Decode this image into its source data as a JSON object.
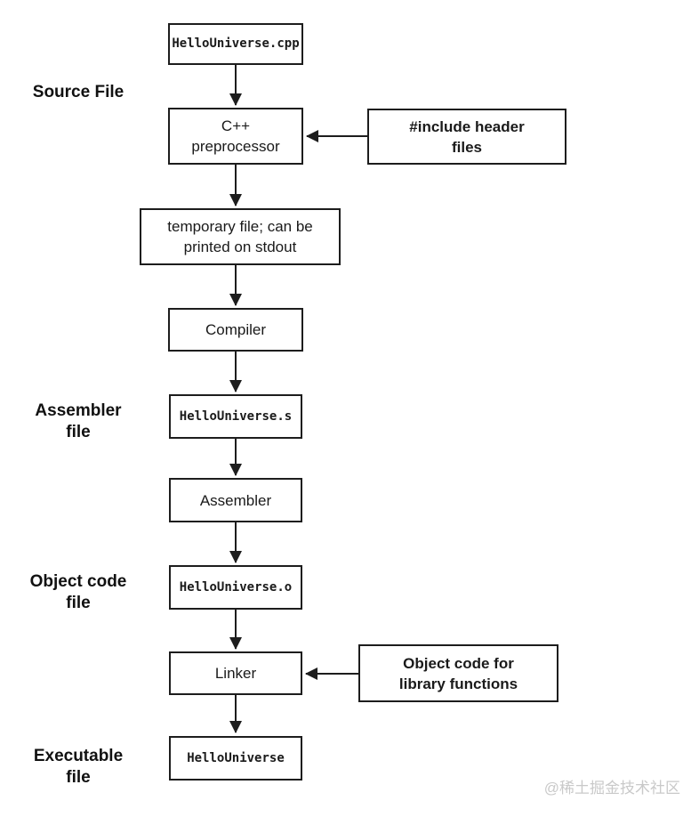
{
  "nodes": {
    "source_file_box": {
      "label": "HelloUniverse.cpp"
    },
    "preprocessor_box": {
      "label": "C++\npreprocessor"
    },
    "include_header_box": {
      "label": "#include header\nfiles"
    },
    "temp_file_box": {
      "label": "temporary file; can be\nprinted on stdout"
    },
    "compiler_box": {
      "label": "Compiler"
    },
    "assembly_file_box": {
      "label": "HelloUniverse.s"
    },
    "assembler_box": {
      "label": "Assembler"
    },
    "object_file_box": {
      "label": "HelloUniverse.o"
    },
    "linker_box": {
      "label": "Linker"
    },
    "object_lib_box": {
      "label": "Object code for\nlibrary functions"
    },
    "executable_box": {
      "label": "HelloUniverse"
    }
  },
  "stage_labels": {
    "source": "Source File",
    "assembler": "Assembler\nfile",
    "object_code": "Object code\nfile",
    "executable": "Executable\nfile"
  },
  "watermark": "@稀土掘金技术社区",
  "colors": {
    "line": "#1d1d1d",
    "text": "#1a1a1a",
    "watermark": "#c9c9c9",
    "background": "#ffffff"
  }
}
